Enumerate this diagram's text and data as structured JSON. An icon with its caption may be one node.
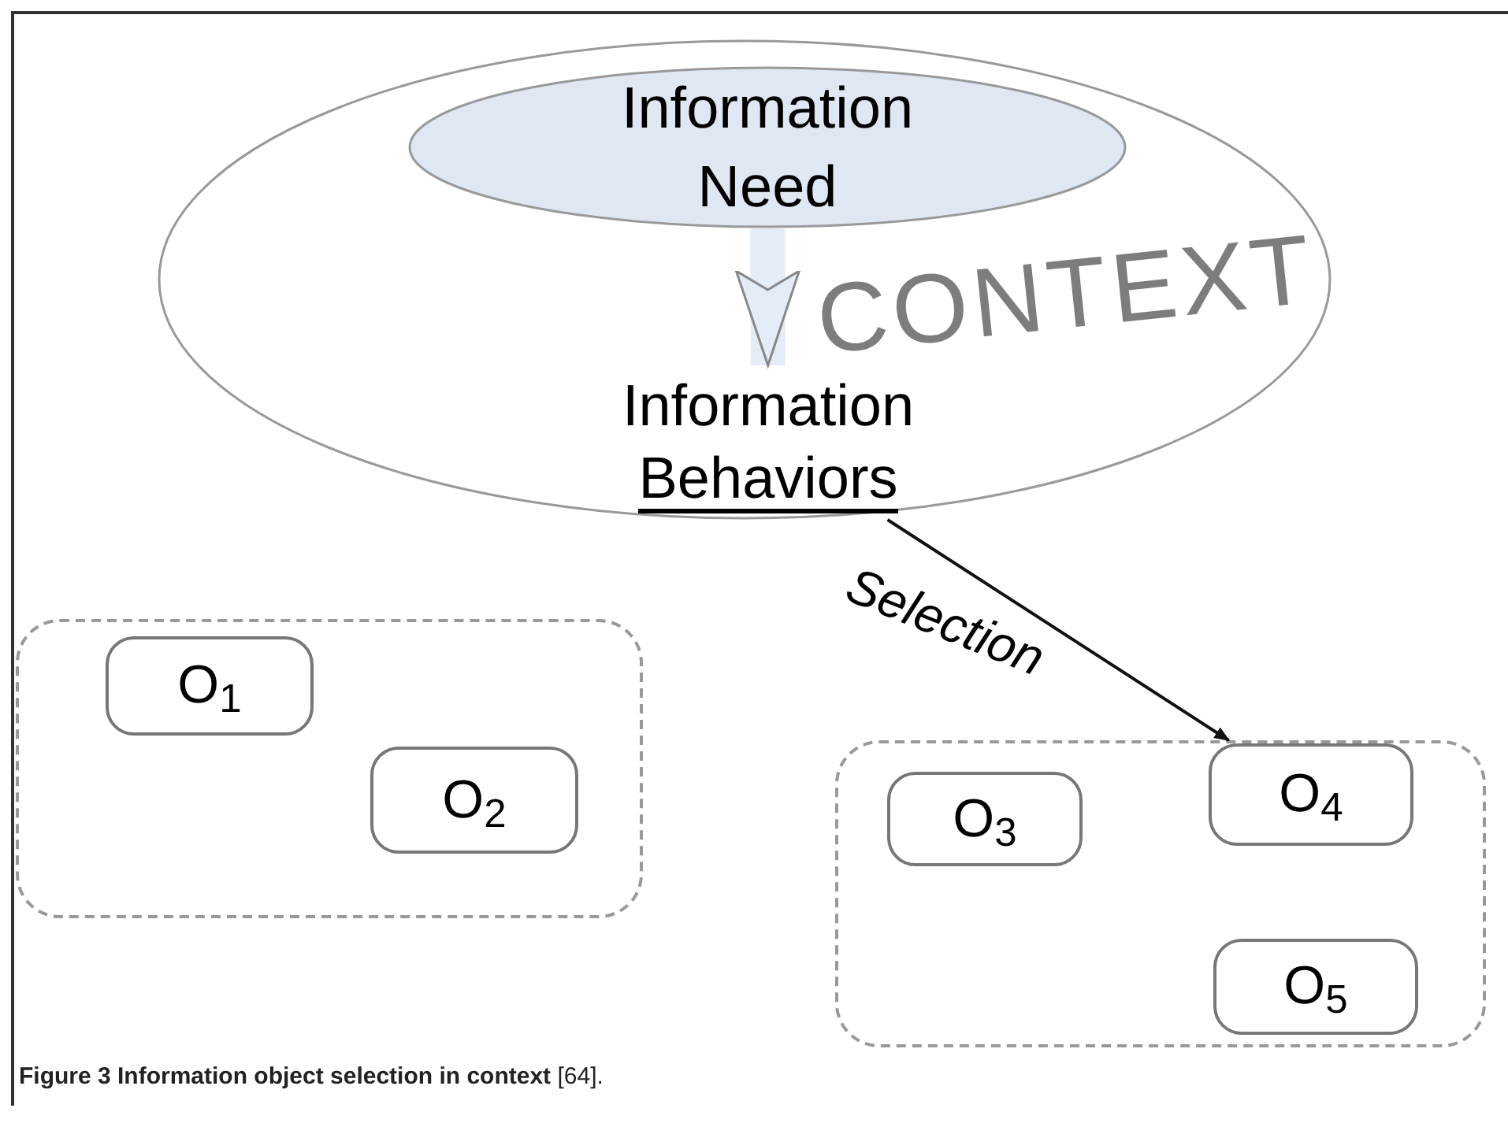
{
  "diagram": {
    "caption": "**Figure 3 Information object selection in context** [64].",
    "nodes": [
      {
        "text": [
          "CONTEXT"
        ]
      },
      {
        "text": [
          "Information Need"
        ],
        "in": 0
      },
      {
        "text": [
          "Information Behaviors"
        ],
        "in": 0
      },
      {
        "text": [],
        "shape": "box"
      },
      {
        "text": [
          "O$_{1}$"
        ],
        "in": 3
      },
      {
        "text": [
          "O$_{2}$"
        ],
        "in": 3
      },
      {
        "text": [],
        "shape": "box"
      },
      {
        "text": [
          "O$_{3}$"
        ],
        "in": 6
      },
      {
        "text": [
          "O$_{4}$"
        ],
        "in": 6
      },
      {
        "text": [
          "O$_{5}$"
        ],
        "in": 6
      }
    ],
    "edges": [
      {
        "from": 1,
        "to": 2,
        "arrow": "to",
        "style": "thick"
      },
      {
        "from": 2,
        "to": 8,
        "arrow": "to",
        "label": "Selection",
        "color": "#111111"
      }
    ]
  }
}
